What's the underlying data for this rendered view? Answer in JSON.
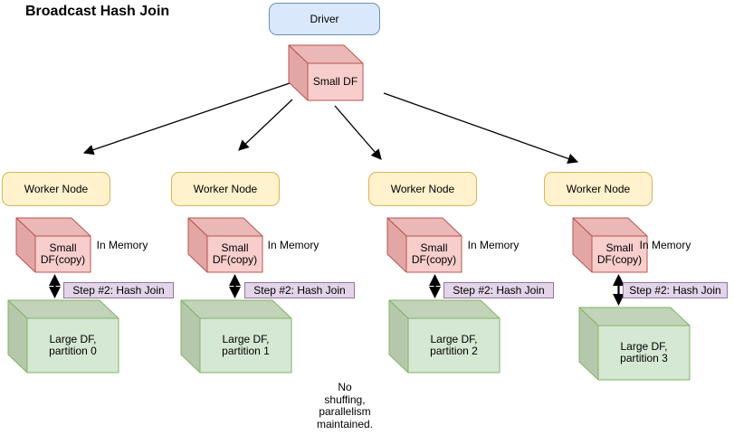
{
  "title": "Broadcast Hash Join",
  "driver": {
    "label": "Driver"
  },
  "broadcast_cube": {
    "label": "Small DF"
  },
  "note": "No\nshuffing,\nparallelism\nmaintained.",
  "workers": [
    {
      "label": "Worker Node",
      "cube_label": "Small\nDF(copy)",
      "memory_label": "In Memory",
      "step_label": "Step #2: Hash Join",
      "partition_label": "Large DF,\npartition 0"
    },
    {
      "label": "Worker Node",
      "cube_label": "Small\nDF(copy)",
      "memory_label": "In Memory",
      "step_label": "Step #2: Hash Join",
      "partition_label": "Large DF,\npartition 1"
    },
    {
      "label": "Worker Node",
      "cube_label": "Small\nDF(copy)",
      "memory_label": "In Memory",
      "step_label": "Step #2: Hash Join",
      "partition_label": "Large DF,\npartition 2"
    },
    {
      "label": "Worker Node",
      "cube_label": "Small\nDF(copy)",
      "memory_label": "In Memory",
      "step_label": "Step #2: Hash Join",
      "partition_label": "Large DF,\npartition 3"
    }
  ],
  "colors": {
    "driver_fill": "#dae8fc",
    "driver_stroke": "#6c8ebf",
    "worker_fill": "#fff2cc",
    "worker_stroke": "#d6b656",
    "red_cube_fill": "#f8cecc",
    "red_cube_stroke": "#b85450",
    "green_cube_fill": "#d5e8d4",
    "green_cube_stroke": "#82b366",
    "step_fill": "#e1d5e7",
    "step_stroke": "#9673a6",
    "arrow": "#000000",
    "text": "#000000"
  }
}
